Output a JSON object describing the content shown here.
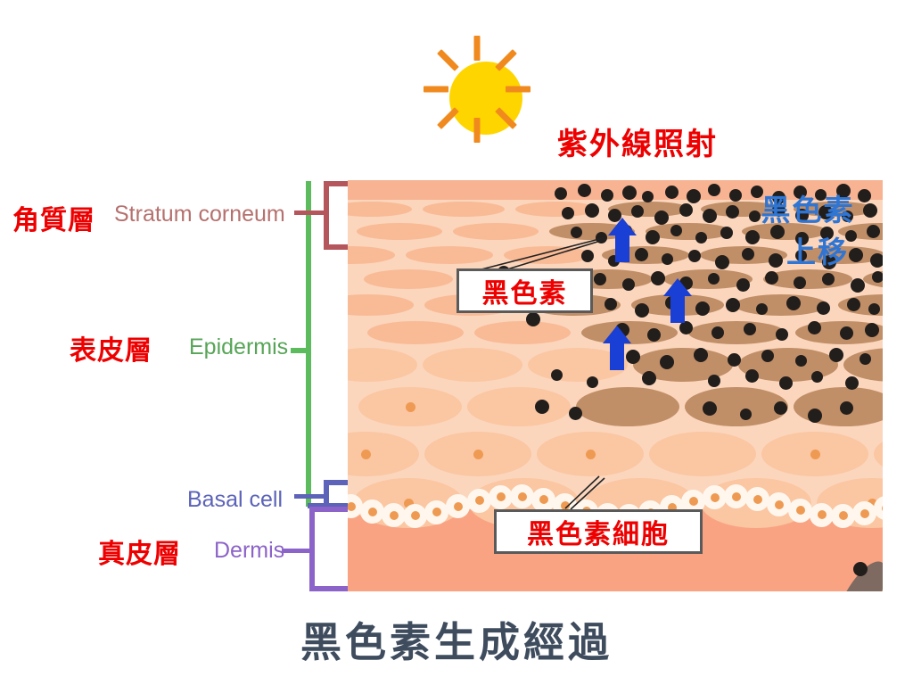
{
  "title": "黑色素生成經過",
  "sun": {
    "icon": "sun-icon",
    "ray_count": 8,
    "disc_color": "#FFD500",
    "ray_color": "#F08A1E"
  },
  "annotations": {
    "uv_exposure": "紫外線照射",
    "melanin_callout": "黑色素",
    "melanocyte_callout": "黑色素細胞",
    "melanin_rising_line1": "黑色素",
    "melanin_rising_line2": "上移"
  },
  "layers": [
    {
      "key": "stratum_corneum",
      "cn": "角質層",
      "en": "Stratum corneum",
      "bracket_color": "#B5565C"
    },
    {
      "key": "epidermis",
      "cn": "表皮層",
      "en": "Epidermis",
      "bracket_color": "#5CBB5C"
    },
    {
      "key": "basal_cell",
      "cn": "",
      "en": "Basal cell",
      "bracket_color": "#5C63B8"
    },
    {
      "key": "dermis",
      "cn": "真皮層",
      "en": "Dermis",
      "bracket_color": "#8C63C8"
    }
  ],
  "colors": {
    "cn_label": "#EE0000",
    "title": "#3E4C5E",
    "blue_note": "#2E75D4",
    "arrow_blue": "#1A3FD4",
    "skin_epidermis_bg": "#FBD6BC",
    "skin_dermis": "#F9A382",
    "cell_normal": "#F9BA96",
    "cell_melanized": "#C08E67",
    "melanin_granule": "#221E1C",
    "melanocyte_body": "#7E6A60",
    "melanocyte_nucleus": "#4C3A32",
    "callout_border": "#5A5A5A"
  },
  "diagram": {
    "arrow_count": 3,
    "arrow_label": "melanin-upward-migration"
  }
}
